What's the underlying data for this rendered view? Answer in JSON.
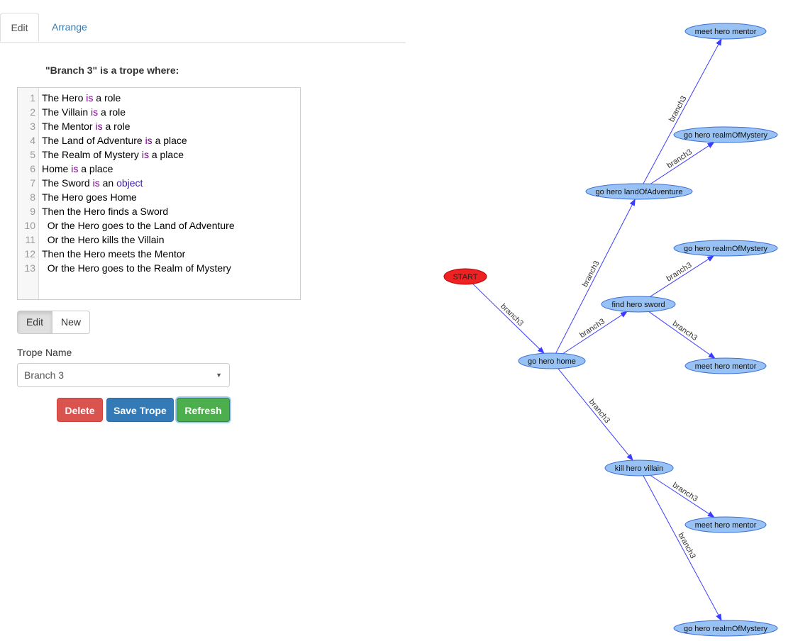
{
  "tabs": {
    "edit": "Edit",
    "arrange": "Arrange"
  },
  "heading": "\"Branch 3\" is a trope where:",
  "editor_lines": [
    [
      {
        "t": "The Hero "
      },
      {
        "t": "is",
        "c": "kw"
      },
      {
        "t": " a role"
      }
    ],
    [
      {
        "t": "The Villain "
      },
      {
        "t": "is",
        "c": "kw"
      },
      {
        "t": " a role"
      }
    ],
    [
      {
        "t": "The Mentor "
      },
      {
        "t": "is",
        "c": "kw"
      },
      {
        "t": " a role"
      }
    ],
    [
      {
        "t": "The Land of Adventure "
      },
      {
        "t": "is",
        "c": "kw"
      },
      {
        "t": " a place"
      }
    ],
    [
      {
        "t": "The Realm of Mystery "
      },
      {
        "t": "is",
        "c": "kw"
      },
      {
        "t": " a place"
      }
    ],
    [
      {
        "t": "Home "
      },
      {
        "t": "is",
        "c": "kw"
      },
      {
        "t": " a place"
      }
    ],
    [
      {
        "t": "The Sword "
      },
      {
        "t": "is",
        "c": "kw"
      },
      {
        "t": " an "
      },
      {
        "t": "object",
        "c": "ty"
      }
    ],
    [
      {
        "t": "The Hero goes Home"
      }
    ],
    [
      {
        "t": "Then the Hero finds a Sword"
      }
    ],
    [
      {
        "t": "  Or the Hero goes to the Land of Adventure"
      }
    ],
    [
      {
        "t": "  Or the Hero kills the Villain"
      }
    ],
    [
      {
        "t": "Then the Hero meets the Mentor"
      }
    ],
    [
      {
        "t": "  Or the Hero goes to the Realm of Mystery"
      }
    ]
  ],
  "mode_buttons": {
    "edit": "Edit",
    "new": "New"
  },
  "trope_name_label": "Trope Name",
  "trope_select": {
    "value": "Branch 3",
    "caret": "▼"
  },
  "actions": {
    "delete": "Delete",
    "save": "Save Trope",
    "refresh": "Refresh"
  },
  "graph": {
    "colors": {
      "start": "#ee2222",
      "node": "#99c2f4",
      "node_stroke": "#3a6fd8",
      "edge": "#3b3bff"
    },
    "nodes": [
      {
        "id": "start",
        "label": "START",
        "kind": "start"
      },
      {
        "id": "home",
        "label": "go hero home"
      },
      {
        "id": "land",
        "label": "go hero landOfAdventure"
      },
      {
        "id": "mentor1",
        "label": "meet hero mentor"
      },
      {
        "id": "realm1",
        "label": "go hero realmOfMystery"
      },
      {
        "id": "sword",
        "label": "find hero sword"
      },
      {
        "id": "realm2",
        "label": "go hero realmOfMystery"
      },
      {
        "id": "mentor2",
        "label": "meet hero mentor"
      },
      {
        "id": "villain",
        "label": "kill hero villain"
      },
      {
        "id": "mentor3",
        "label": "meet hero mentor"
      },
      {
        "id": "realm3",
        "label": "go hero realmOfMystery"
      }
    ],
    "edges": [
      {
        "from": "start",
        "to": "home",
        "label": "branch3"
      },
      {
        "from": "home",
        "to": "land",
        "label": "branch3"
      },
      {
        "from": "land",
        "to": "mentor1",
        "label": "branch3"
      },
      {
        "from": "land",
        "to": "realm1",
        "label": "branch3"
      },
      {
        "from": "home",
        "to": "sword",
        "label": "branch3"
      },
      {
        "from": "sword",
        "to": "realm2",
        "label": "branch3"
      },
      {
        "from": "sword",
        "to": "mentor2",
        "label": "branch3"
      },
      {
        "from": "home",
        "to": "villain",
        "label": "branch3"
      },
      {
        "from": "villain",
        "to": "mentor3",
        "label": "branch3"
      },
      {
        "from": "villain",
        "to": "realm3",
        "label": "branch3"
      }
    ]
  }
}
